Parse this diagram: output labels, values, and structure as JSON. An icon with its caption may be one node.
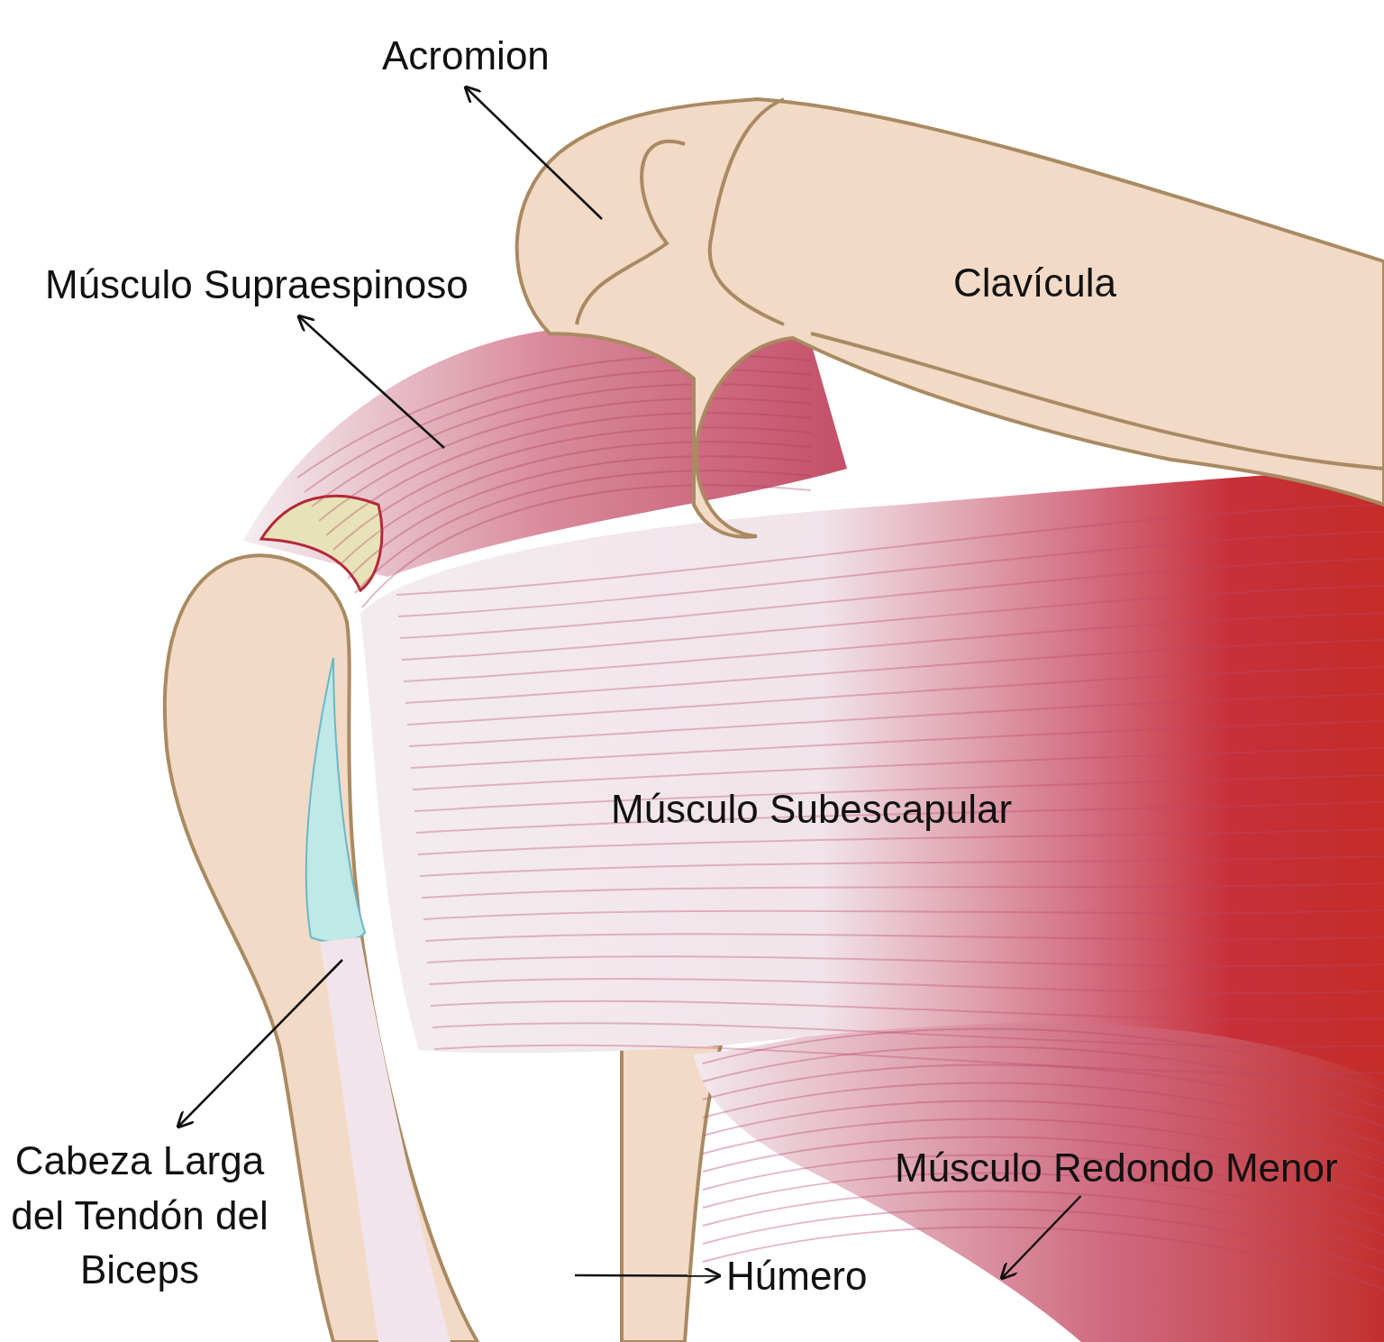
{
  "diagram": {
    "nodes": [
      {
        "text": [
          "Acromion"
        ]
      },
      {
        "text": [
          "Músculo Supraespinoso"
        ]
      },
      {
        "text": [
          "Cabeza Larga del Tendón del Biceps"
        ]
      },
      {
        "text": [
          "Húmero"
        ]
      },
      {
        "text": [
          "Músculo Redondo Menor"
        ]
      }
    ],
    "edges": [
      {
        "from": null,
        "to": 0,
        "arrow": "to"
      },
      {
        "from": null,
        "to": 1,
        "arrow": "to"
      },
      {
        "from": null,
        "to": 2,
        "arrow": "to"
      },
      {
        "from": null,
        "to": 3,
        "arrow": "to"
      },
      {
        "from": 4,
        "to": null,
        "arrow": "to"
      }
    ],
    "labels": [
      "Clavícula",
      "Músculo Subescapular"
    ]
  }
}
